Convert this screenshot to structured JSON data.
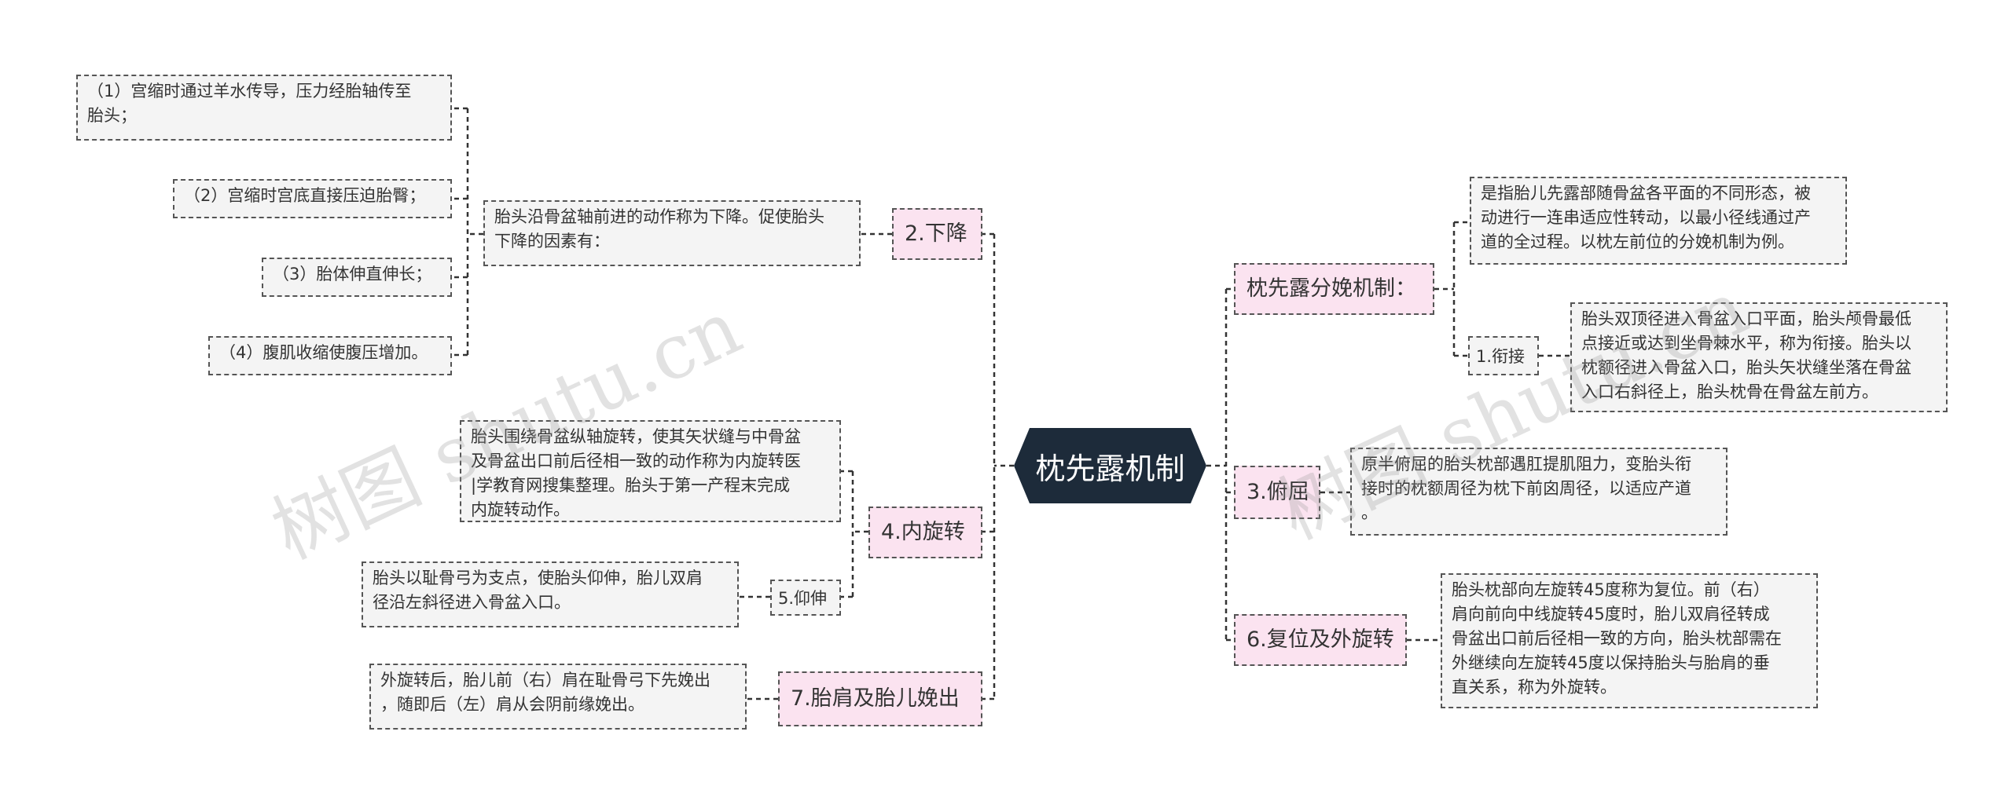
{
  "root": "枕先露机制",
  "watermarks": [
    "树图 shutu.cn",
    "树图 shutu.cn"
  ],
  "branches": {
    "descent": {
      "label": "2.下降",
      "desc": "胎头沿骨盆轴前进的动作称为下降。促使胎头\n下降的因素有：",
      "factors": [
        "（1）宫缩时通过羊水传导，压力经胎轴传至\n胎头；",
        "（2）宫缩时宫底直接压迫胎臀；",
        "（3）胎体伸直伸长；",
        "（4）腹肌收缩使腹压增加。"
      ]
    },
    "internal_rotation": {
      "label": "4.内旋转",
      "desc": "胎头围绕骨盆纵轴旋转，使其矢状缝与中骨盆\n及骨盆出口前后径相一致的动作称为内旋转医\n|学教育网搜集整理。胎头于第一产程末完成\n内旋转动作。",
      "sub_label": "5.仰伸",
      "sub_desc": "胎头以耻骨弓为支点，使胎头仰伸，胎儿双肩\n径沿左斜径进入骨盆入口。"
    },
    "delivery": {
      "label": "7.胎肩及胎儿娩出",
      "desc": "外旋转后，胎儿前（右）肩在耻骨弓下先娩出\n，随即后（左）肩从会阴前缘娩出。"
    },
    "mechanism": {
      "label": "枕先露分娩机制：",
      "desc": "是指胎儿先露部随骨盆各平面的不同形态，被\n动进行一连串适应性转动，以最小径线通过产\n道的全过程。以枕左前位的分娩机制为例。",
      "sub_label": "1.衔接",
      "sub_desc": "胎头双顶径进入骨盆入口平面，胎头颅骨最低\n点接近或达到坐骨棘水平，称为衔接。胎头以\n枕额径进入骨盆入口，胎头矢状缝坐落在骨盆\n入口右斜径上，胎头枕骨在骨盆左前方。"
    },
    "flexion": {
      "label": "3.俯屈",
      "desc": "原半俯屈的胎头枕部遇肛提肌阻力，变胎头衔\n接时的枕额周径为枕下前囟周径，以适应产道\n。"
    },
    "restitution": {
      "label": "6.复位及外旋转",
      "desc": "胎头枕部向左旋转45度称为复位。前（右）\n肩向前向中线旋转45度时，胎儿双肩径转成\n骨盆出口前后径相一致的方向，胎头枕部需在\n外继续向左旋转45度以保持胎头与胎肩的垂\n直关系，称为外旋转。"
    }
  },
  "colors": {
    "root_bg": "#1d2b3a",
    "branch_bg": "#fbe3f0",
    "leaf_bg": "#f4f4f4",
    "line": "#333333"
  }
}
